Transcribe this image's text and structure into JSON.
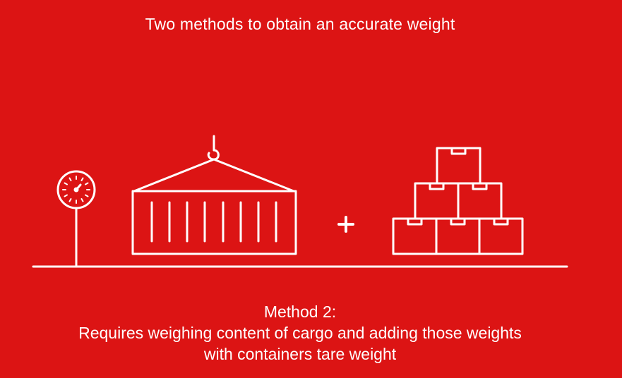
{
  "header": {
    "title": "Two methods to obtain an accurate weight"
  },
  "caption": {
    "method_label": "Method 2:",
    "line1": "Requires weighing content of cargo and adding those weights",
    "line2": "with containers tare weight"
  },
  "symbols": {
    "plus": "+"
  },
  "colors": {
    "background": "#dc1414",
    "foreground": "#ffffff"
  },
  "icons": [
    "weighing-scale-icon",
    "hooked-container-icon",
    "plus-icon",
    "stacked-boxes-icon"
  ]
}
